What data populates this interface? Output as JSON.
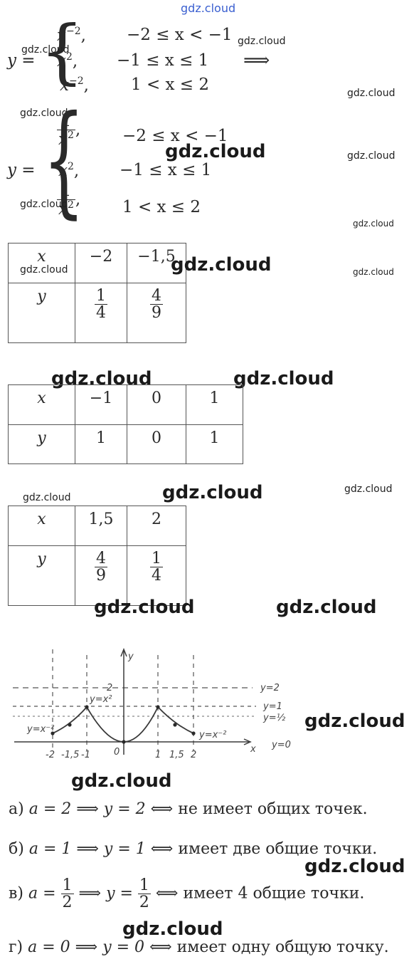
{
  "watermarks": {
    "top": "gdz.cloud",
    "label": "gdz.cloud"
  },
  "system1": {
    "lhs": "y =",
    "rows": [
      {
        "expr_base": "x",
        "expr_exp": "−2",
        "sep": ",",
        "cond": "−2 ≤ x < −1"
      },
      {
        "expr_base": "x",
        "expr_exp": "2",
        "sep": ",",
        "cond": "−1 ≤ x ≤ 1"
      },
      {
        "expr_base": "x",
        "expr_exp": "−2",
        "sep": ",",
        "cond": "1 < x ≤ 2"
      }
    ],
    "implies": "⟹"
  },
  "system2": {
    "lhs": "y =",
    "rows": [
      {
        "num": "1",
        "den_base": "x",
        "den_exp": "2",
        "sep": ",",
        "cond": "−2 ≤ x < −1"
      },
      {
        "base": "x",
        "exp": "2",
        "sep": ",",
        "cond": "−1 ≤ x ≤ 1"
      },
      {
        "num": "1",
        "den_base": "x",
        "den_exp": "2",
        "sep": ",",
        "cond": "1 < x ≤ 2"
      }
    ]
  },
  "table1": {
    "x_label": "x",
    "y_label": "y",
    "x_values": [
      "−2",
      "−1,5"
    ],
    "y_values": [
      {
        "num": "1",
        "den": "4"
      },
      {
        "num": "4",
        "den": "9"
      }
    ]
  },
  "table2": {
    "x_label": "x",
    "y_label": "y",
    "x_values": [
      "−1",
      "0",
      "1"
    ],
    "y_values": [
      "1",
      "0",
      "1"
    ]
  },
  "table3": {
    "x_label": "x",
    "y_label": "y",
    "x_values": [
      "1,5",
      "2"
    ],
    "y_values": [
      {
        "num": "4",
        "den": "9"
      },
      {
        "num": "1",
        "den": "4"
      }
    ]
  },
  "graph": {
    "axis_x": "x",
    "axis_y": "y",
    "origin": "0",
    "tick_labels_x": [
      "-2",
      "-1,5",
      "-1",
      "1",
      "1,5",
      "2"
    ],
    "tick_label_y": "2",
    "curve_labels": [
      "y=x⁻²",
      "y=x²",
      "y=x⁻²"
    ],
    "line_labels": [
      "y=2",
      "y=1",
      "y=½",
      "y=0"
    ],
    "colors": {
      "ink": "#3a3a3a",
      "dash": "#555555"
    }
  },
  "answers": [
    {
      "letter": "а)",
      "a_part": "a = 2",
      "y_part": "y = 2",
      "result": "не имеет общих точек."
    },
    {
      "letter": "б)",
      "a_part": "a = 1",
      "y_part": "y = 1",
      "result": "имеет две общие точки."
    },
    {
      "letter": "в)",
      "a_lhs": "a =",
      "a_num": "1",
      "a_den": "2",
      "y_lhs": "y =",
      "y_num": "1",
      "y_den": "2",
      "result": "имеет 4 общие точки."
    },
    {
      "letter": "г)",
      "a_part": "a = 0",
      "y_part": "y = 0",
      "result": "имеет одну общую точку."
    }
  ],
  "symbols": {
    "implies": "⟹",
    "iff": "⟺"
  }
}
